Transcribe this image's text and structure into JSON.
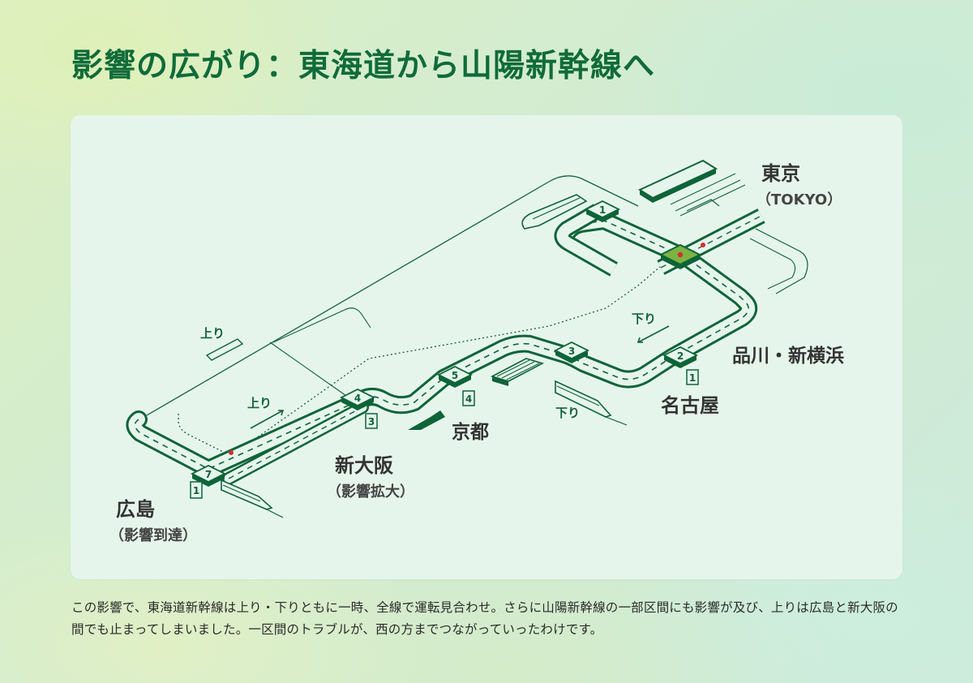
{
  "title": "影響の広がり：東海道から山陽新幹線へ",
  "diagram": {
    "stations": {
      "tokyo": {
        "name": "東京",
        "sub": "（TOKYO）"
      },
      "shinagawa": {
        "name": "品川・新横浜"
      },
      "nagoya": {
        "name": "名古屋"
      },
      "kyoto": {
        "name": "京都"
      },
      "shinosaka": {
        "name": "新大阪",
        "sub": "（影響拡大）"
      },
      "hiroshima": {
        "name": "広島",
        "sub": "（影響到達）"
      }
    },
    "directions": {
      "up": "上り",
      "down": "下り"
    },
    "track_numbers": {
      "tokyo_1": "1",
      "shinagawa_2": "2",
      "shinagawa_1": "1",
      "nagoya_3": "3",
      "kyoto_5": "5",
      "kyoto_4": "4",
      "osaka_4": "4",
      "osaka_3": "3",
      "hiroshima_7": "7",
      "hiroshima_1": "1"
    },
    "colors": {
      "track": "#0e6438",
      "track_fill": "#e6f5ec",
      "incident": "#7cb342",
      "alert_dot": "#d32f2f"
    }
  },
  "caption": "この影響で、東海道新幹線は上り・下りともに一時、全線で運転見合わせ。さらに山陽新幹線の一部区間にも影響が及び、上りは広島と新大阪の間でも止まってしまいました。一区間のトラブルが、西の方までつながっていったわけです。"
}
